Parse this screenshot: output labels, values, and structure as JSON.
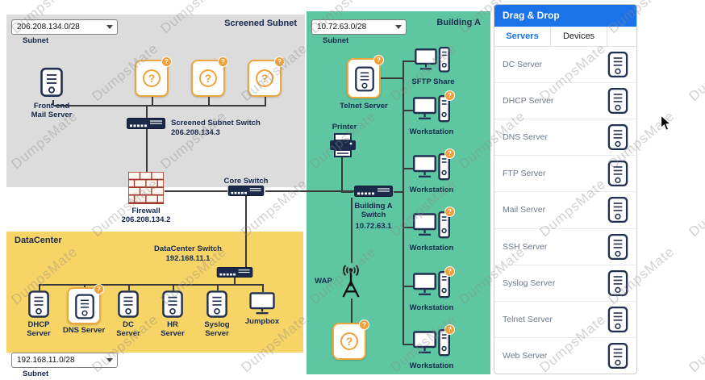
{
  "watermark": "DumpsMate",
  "question_mark": "?",
  "colors": {
    "accent_blue": "#1a73e8",
    "screened_gray": "#dcdcdc",
    "datacenter_yellow": "#f7d466",
    "building_green": "#5ec7a2",
    "placeholder_orange": "#f0a13a",
    "icon_navy": "#1f3050"
  },
  "screened_subnet": {
    "title": "Screened Subnet",
    "subnet_value": "206.208.134.0/28",
    "subnet_label": "Subnet",
    "mail_server_label": "Front-end\nMail Server",
    "switch_label": "Screened Subnet Switch",
    "switch_ip": "206.208.134.3"
  },
  "firewall": {
    "label": "Firewall",
    "ip": "206.208.134.2"
  },
  "core_switch_label": "Core Switch",
  "datacenter": {
    "title": "DataCenter",
    "switch_label": "DataCenter Switch",
    "switch_ip": "192.168.11.1",
    "servers": [
      "DHCP\nServer",
      "DNS Server",
      "DC\nServer",
      "HR\nServer",
      "Syslog\nServer"
    ],
    "jumpbox_label": "Jumpbox",
    "subnet_value": "192.168.11.0/28",
    "subnet_label": "Subnet"
  },
  "building_a": {
    "title": "Building A",
    "subnet_value": "10.72.63.0/28",
    "subnet_label": "Subnet",
    "telnet_server_label": "Telnet Server",
    "sftp_share_label": "SFTP Share",
    "printer_label": "Printer",
    "switch_label": "Building A\nSwitch",
    "switch_ip": "10.72.63.1",
    "wap_label": "WAP",
    "workstations": [
      "Workstation",
      "Workstation",
      "Workstation",
      "Workstation",
      "Workstation"
    ]
  },
  "drag_drop": {
    "title": "Drag & Drop",
    "tabs": [
      {
        "label": "Servers",
        "active": true
      },
      {
        "label": "Devices",
        "active": false
      }
    ],
    "items": [
      "DC Server",
      "DHCP Server",
      "DNS Server",
      "FTP Server",
      "Mail Server",
      "SSH Server",
      "Syslog Server",
      "Telnet Server",
      "Web Server"
    ]
  }
}
